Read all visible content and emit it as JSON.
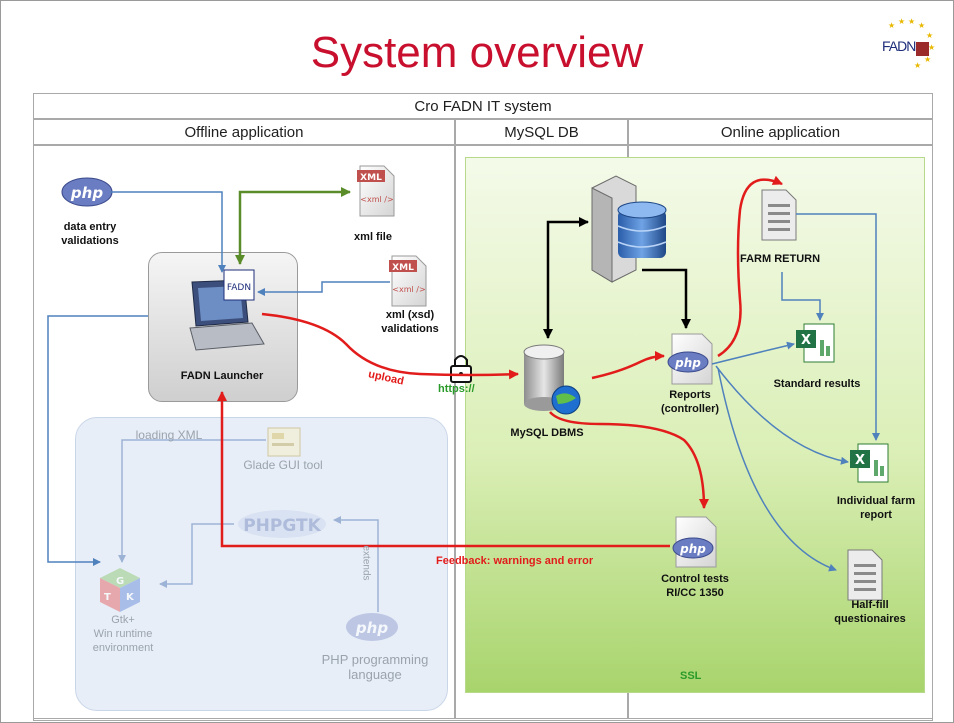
{
  "title": "System overview",
  "logo_text": "FADN",
  "system_header": "Cro FADN IT system",
  "columns": {
    "offline": "Offline application",
    "mysql": "MySQL DB",
    "online": "Online application"
  },
  "nodes": {
    "data_entry": "data entry\nvalidations",
    "xml_file": "xml file",
    "xml_xsd": "xml (xsd)\nvalidations",
    "launcher": "FADN Launcher",
    "loading_xml": "loading XML",
    "glade": "Glade GUI tool",
    "phpgtk": "PHPGTK",
    "extends": "extends",
    "gtk": "Gtk+\nWin runtime\nenvironment",
    "php_lang": "PHP programming\nlanguage",
    "mysql_dbms": "MySQL DBMS",
    "reports": "Reports\n(controller)",
    "control_tests": "Control tests\nRI/CC 1350",
    "farm_return": "FARM RETURN",
    "standard_results": "Standard results",
    "individual_farm": "Individual farm\nreport",
    "half_fill": "Half-fill\nquestionaires",
    "ssl": "SSL"
  },
  "edge_labels": {
    "upload": "upload",
    "https": "https://",
    "feedback": "Feedback: warnings and error"
  },
  "icon_text": {
    "php": "php",
    "xml": "XML",
    "xml_tag": "<xml />",
    "fadn_badge": "FADN"
  },
  "colors": {
    "title_red": "#c8102e",
    "arrow_red": "#e21b1b",
    "arrow_blue": "#4f81bd",
    "arrow_green": "#5b8c2a",
    "arrow_black": "#000000",
    "panel_green": "#a8d46c",
    "gtk_panel": "#e8eef7"
  }
}
